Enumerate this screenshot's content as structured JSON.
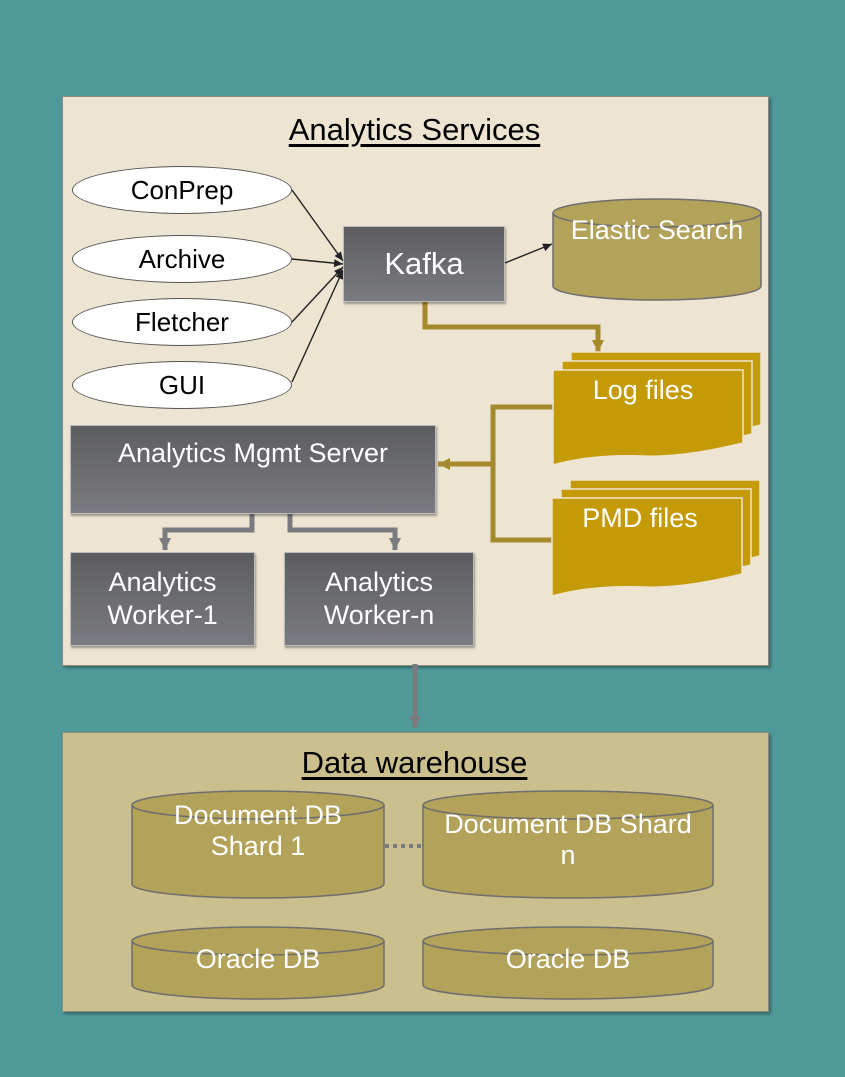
{
  "analytics_services": {
    "title": "Analytics Services",
    "sources": [
      "ConPrep",
      "Archive",
      "Fletcher",
      "GUI"
    ],
    "kafka": "Kafka",
    "elastic": "Elastic Search",
    "log_files": "Log files",
    "pmd_files": "PMD files",
    "mgmt_server": "Analytics Mgmt Server",
    "worker1": [
      "Analytics",
      "Worker-1"
    ],
    "workern": [
      "Analytics",
      "Worker-n"
    ]
  },
  "data_warehouse": {
    "title": "Data warehouse",
    "shard1": [
      "Document DB",
      "Shard 1"
    ],
    "shardn": [
      "Document DB Shard",
      "n"
    ],
    "oracle1": "Oracle DB",
    "oracle2": "Oracle DB"
  },
  "colors": {
    "background": "#4f9a99",
    "services_panel": "#ede5d1",
    "warehouse_panel": "#cbbf8d",
    "gold": "#c49a06",
    "cylinder": "#b2a25a",
    "dark_box": "#5c5d61"
  }
}
